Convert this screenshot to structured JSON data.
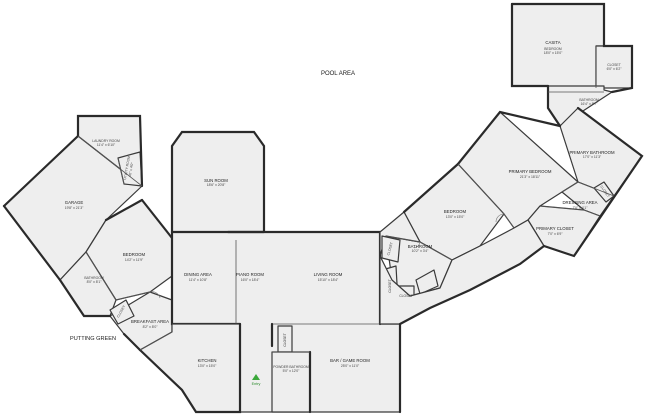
{
  "labels": {
    "pool_area": "POOL AREA",
    "putting_green": "PUTTING GREEN",
    "entry": "Entry"
  },
  "rooms": [
    {
      "id": "casita",
      "title": "CASITA",
      "name": "BEDROOM",
      "dim": "18'0\" x 15'0\""
    },
    {
      "id": "casita-closet",
      "name": "CLOSET",
      "dim": "6'0\" x 6'2\""
    },
    {
      "id": "casita-bath",
      "name": "BATHROOM",
      "dim": "16'4\" x 8'7\""
    },
    {
      "id": "laundry",
      "name": "LAUNDRY ROOM",
      "dim": "11'4\" x 6'10\""
    },
    {
      "id": "utility",
      "name": "UTILITY ROOM",
      "dim": "4'0\" x 4'0\""
    },
    {
      "id": "garage",
      "name": "GARAGE",
      "dim": "19'8\" x 21'3\""
    },
    {
      "id": "sun-room",
      "name": "SUN ROOM",
      "dim": "18'6\" x 20'8\""
    },
    {
      "id": "bed-west",
      "name": "BEDROOM",
      "dim": "14'2\" x 11'9\""
    },
    {
      "id": "bath-west",
      "name": "BATHROOM",
      "dim": "8'0\" x 8'1\""
    },
    {
      "id": "dining",
      "name": "DINING AREA",
      "dim": "11'4\" x 10'8\""
    },
    {
      "id": "piano",
      "name": "PIANO ROOM",
      "dim": "16'0\" x 18'4\""
    },
    {
      "id": "living",
      "name": "LIVING ROOM",
      "dim": "15'10\" x 18'4\""
    },
    {
      "id": "closet-w",
      "name": "CLOSET",
      "dim": ""
    },
    {
      "id": "breakfast",
      "name": "BREAKFAST AREA",
      "dim": "8'2\" x 8'0\""
    },
    {
      "id": "kitchen",
      "name": "KITCHEN",
      "dim": "13'0\" x 15'0\""
    },
    {
      "id": "closet-c",
      "name": "CLOSET",
      "dim": ""
    },
    {
      "id": "powder",
      "name": "POWDER BATHROOM",
      "dim": "5'0\" x 12'0\""
    },
    {
      "id": "bar",
      "name": "BAR / GAME ROOM",
      "dim": "25'0\" x 11'0\""
    },
    {
      "id": "primary-bed",
      "name": "PRIMARY BEDROOM",
      "dim": "21'3\" x 18'11\""
    },
    {
      "id": "primary-bath",
      "name": "PRIMARY BATHROOM",
      "dim": "17'0\" x 11'3\""
    },
    {
      "id": "primary-closet",
      "name": "PRIMARY CLOSET",
      "dim": "7'0\" x 6'9\""
    },
    {
      "id": "dressing",
      "name": "DRESSING AREA",
      "dim": "7'0\" x 4'1\""
    },
    {
      "id": "closet-pb",
      "name": "CLOSET",
      "dim": ""
    },
    {
      "id": "bed-east",
      "name": "BEDROOM",
      "dim": "13'0\" x 15'0\""
    },
    {
      "id": "bath-east",
      "name": "BATHROOM",
      "dim": "10'2\" x 3'4\""
    },
    {
      "id": "closet-e1",
      "name": "CLOSET",
      "dim": ""
    },
    {
      "id": "closet-e2",
      "name": "CLOSET",
      "dim": ""
    },
    {
      "id": "closet-e3",
      "name": "CLOSET",
      "dim": ""
    }
  ]
}
